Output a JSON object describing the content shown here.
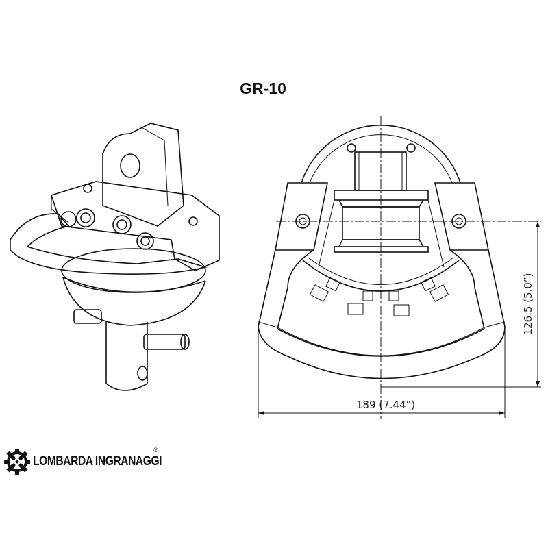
{
  "title": "GR-10",
  "dimensions": {
    "width_label": "189 (7.44”)",
    "height_label": "126.5 (5.0”)"
  },
  "brand": {
    "name": "LOMBARDA INGRANAGGI",
    "registered_mark": "®"
  },
  "colors": {
    "line": "#111111",
    "background": "#ffffff"
  }
}
